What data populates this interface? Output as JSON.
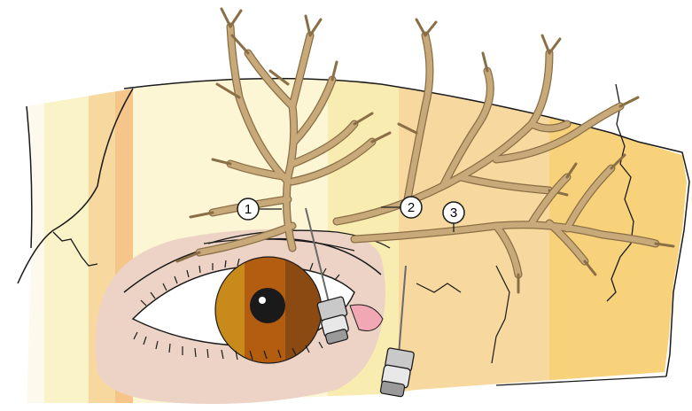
{
  "labels": [
    {
      "id": "1",
      "text": "1"
    },
    {
      "id": "2",
      "text": "2"
    },
    {
      "id": "3",
      "text": "3"
    }
  ],
  "colors": {
    "background": "#ffffff",
    "skin_bands": [
      "#fbf3c8",
      "#fae9a8",
      "#f7d9a0",
      "#f6c58a",
      "#f8d27a",
      "#f5c565"
    ],
    "eye_region": "#ecd3c5",
    "iris": [
      "#c88a1a",
      "#b25d10",
      "#8a4a12"
    ],
    "pupil": "#1a1a1a",
    "nerve": "#c8a97a",
    "nerve_outline": "#8a6e45",
    "outline": "#1a1a1a"
  },
  "icons": [
    "needle-icon",
    "needle-icon"
  ]
}
